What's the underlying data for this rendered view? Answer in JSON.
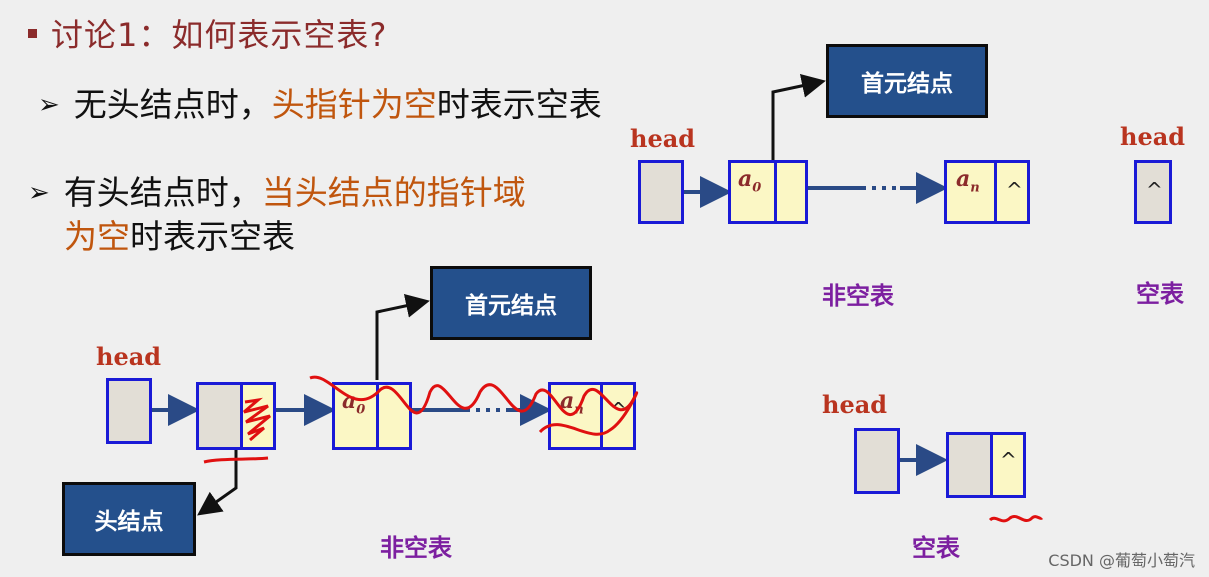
{
  "title": "讨论1：如何表示空表?",
  "bullets": {
    "b1_prefix": "无头结点时，",
    "b1_highlight": "头指针为空",
    "b1_suffix": "时表示空表",
    "b2_prefix": "有头结点时，",
    "b2_highlight_line1": "当头结点的指针域",
    "b2_highlight_line2": "为空",
    "b2_suffix": "时表示空表"
  },
  "diagram_no_head": {
    "head_label": "head",
    "first_node_label": "首元结点",
    "a0": "a",
    "a0_sub": "0",
    "an": "a",
    "an_sub": "n",
    "null_mark": "^",
    "caption": "非空表"
  },
  "diagram_no_head_empty": {
    "head_label": "head",
    "null_mark": "^",
    "caption": "空表"
  },
  "diagram_with_head": {
    "head_label": "head",
    "first_node_label": "首元结点",
    "head_node_label": "头结点",
    "a0": "a",
    "a0_sub": "0",
    "an": "a",
    "an_sub": "n",
    "null_mark": "^",
    "caption": "非空表"
  },
  "diagram_with_head_empty": {
    "head_label": "head",
    "null_mark": "^",
    "caption": "空表"
  },
  "watermark": "CSDN @葡萄小萄汽",
  "colors": {
    "node_border": "#1a1ad6",
    "node_fill": "#fbf7c5",
    "pointer_fill": "#e2ded6",
    "dark_box": "#24508c",
    "highlight": "#c0560e",
    "caption": "#7c1fa0",
    "head_text": "#b9341f",
    "annotation": "#e01010"
  }
}
